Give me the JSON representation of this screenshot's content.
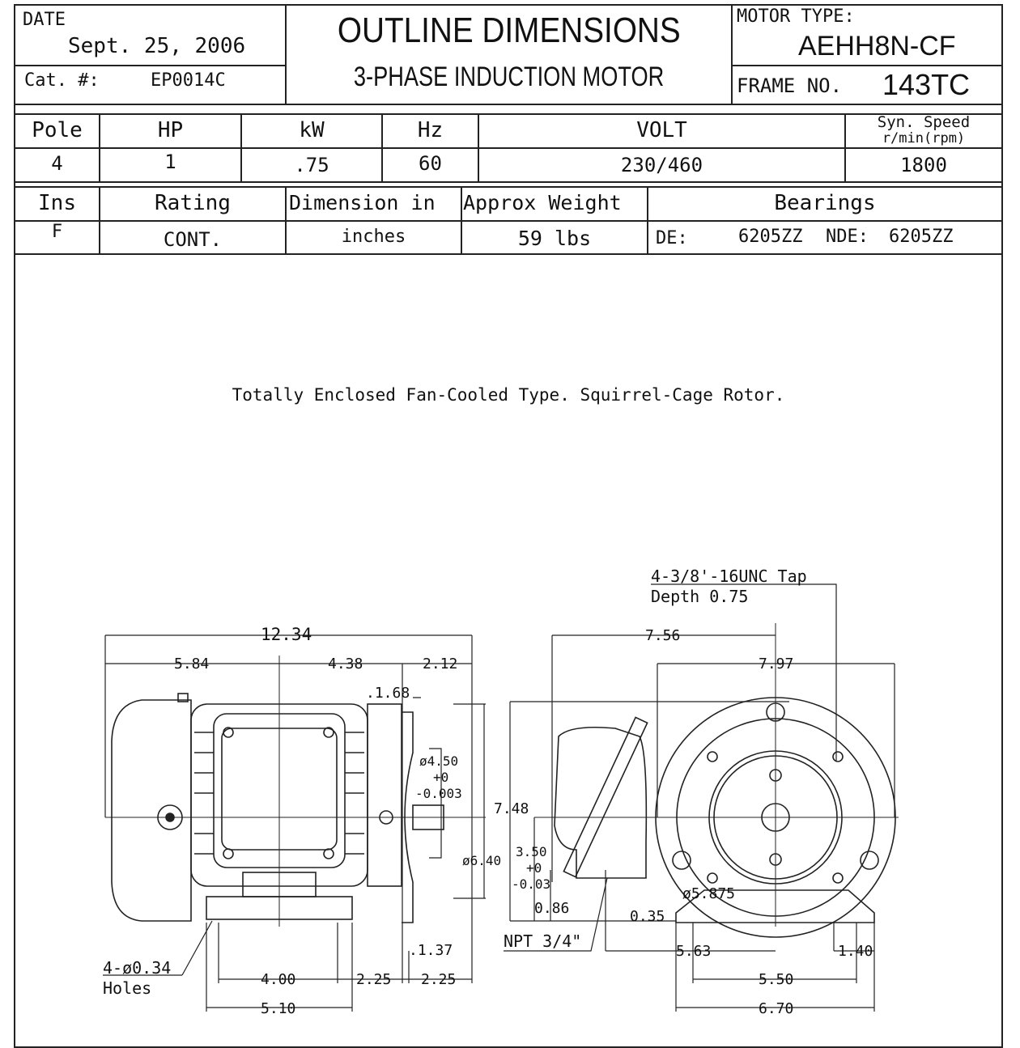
{
  "header": {
    "date_label": "DATE",
    "date_value": "Sept. 25, 2006",
    "cat_label": "Cat. #:",
    "cat_value": "EP0014C",
    "title": "OUTLINE DIMENSIONS",
    "subtitle": "3-PHASE INDUCTION MOTOR",
    "motor_type_label": "MOTOR TYPE:",
    "motor_type_value": "AEHH8N-CF",
    "frame_label": "FRAME NO.",
    "frame_value": "143TC"
  },
  "specs1": {
    "headers": [
      "Pole",
      "HP",
      "kW",
      "Hz",
      "VOLT",
      "Syn. Speed",
      "r/min(rpm)"
    ],
    "values": [
      "4",
      "1",
      ".75",
      "60",
      "230/460",
      "1800"
    ]
  },
  "specs2": {
    "headers": [
      "Ins",
      "Rating",
      "Dimension in",
      "Approx Weight",
      "Bearings"
    ],
    "values": [
      "F",
      "CONT.",
      "inches",
      "59 lbs"
    ],
    "de_label": "DE:",
    "de_value": "6205ZZ",
    "nde_label": "NDE:",
    "nde_value": "6205ZZ"
  },
  "note": "Totally Enclosed Fan-Cooled Type. Squirrel-Cage Rotor.",
  "side_view": {
    "overall": "12.34",
    "d_5_84": "5.84",
    "d_4_38": "4.38",
    "d_2_12": "2.12",
    "d_1_68": ".1.68",
    "shaft_dia": "ø4.50",
    "shaft_tol_plus": "+0",
    "shaft_tol_minus": "-0.003",
    "flange_dia": "ø6.40",
    "d_1_37": ".1.37",
    "d_4_00": "4.00",
    "d_2_25a": "2.25",
    "d_2_25b": "2.25",
    "d_5_10": "5.10",
    "holes_1": "4-ø0.34",
    "holes_2": "Holes"
  },
  "end_view": {
    "tap_1": "4-3/8'-16UNC Tap",
    "tap_2": "Depth 0.75",
    "d_7_56": "7.56",
    "d_7_97": "7.97",
    "d_7_48": "7.48",
    "d_3_50": "3.50",
    "tol_plus": "+0",
    "tol_minus": "-0.03",
    "d_0_86": "0.86",
    "d_0_35": "0.35",
    "npt": "NPT 3/4\"",
    "d_5_875": "ø5.875",
    "d_5_63": "5.63",
    "d_1_40": "1.40",
    "d_5_50": "5.50",
    "d_6_70": "6.70"
  }
}
